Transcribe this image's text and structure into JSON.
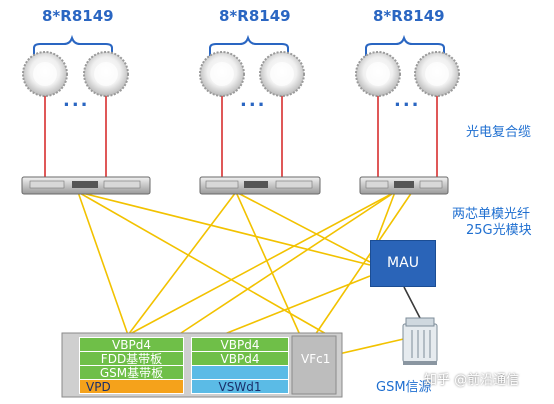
{
  "groups": [
    {
      "label": "8*R8149",
      "dots": "..."
    },
    {
      "label": "8*R8149",
      "dots": "..."
    },
    {
      "label": "8*R8149",
      "dots": "..."
    }
  ],
  "labels": {
    "cable": "光电复合缆",
    "fiber_line1": "两芯单模光纤",
    "fiber_line2": "25G光模块",
    "mau": "MAU",
    "gsm_source": "GSM信源",
    "watermark": "知乎 @前沿通信"
  },
  "bbu": {
    "left_column": [
      "VBPd4",
      "FDD基带板",
      "GSM基带板",
      "VPD"
    ],
    "mid_column": [
      "VBPd4",
      "VBPd4",
      "",
      "VSWd1"
    ],
    "right_slot": "VFc1"
  },
  "colors": {
    "fiber": "#f2c200",
    "cable": "#d42020",
    "label_blue": "#1f6fd0",
    "board_green": "#6fbf48",
    "board_blue": "#5bbbe6",
    "board_orange": "#f5a21b",
    "mau_blue": "#2a64b8"
  }
}
